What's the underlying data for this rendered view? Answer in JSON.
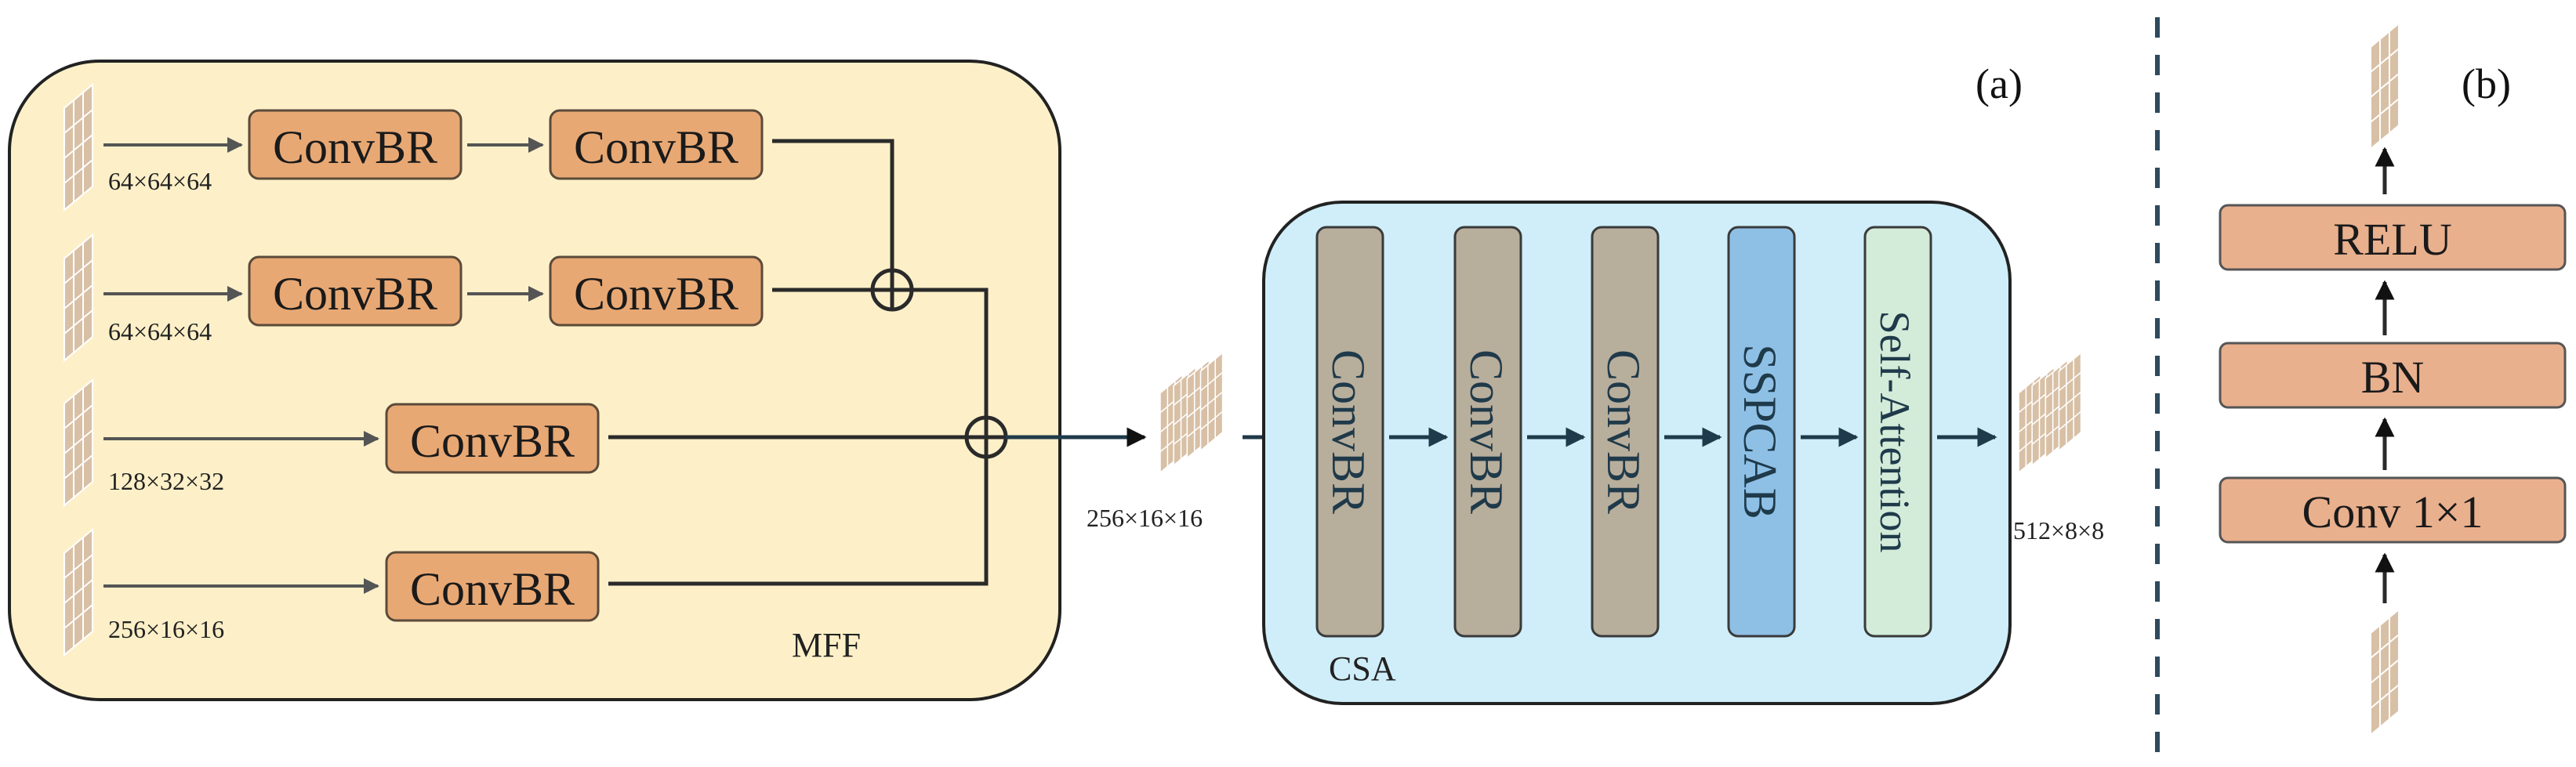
{
  "panel_a_label": "(a)",
  "panel_b_label": "(b)",
  "mff": {
    "title": "MFF",
    "rows": [
      {
        "dim": "64×64×64",
        "blocks": [
          "ConvBR",
          "ConvBR"
        ]
      },
      {
        "dim": "64×64×64",
        "blocks": [
          "ConvBR",
          "ConvBR"
        ]
      },
      {
        "dim": "128×32×32",
        "blocks": [
          "ConvBR"
        ]
      },
      {
        "dim": "256×16×16",
        "blocks": [
          "ConvBR"
        ]
      }
    ]
  },
  "mff_output_dim": "256×16×16",
  "csa": {
    "title": "CSA",
    "blocks": [
      "ConvBR",
      "ConvBR",
      "ConvBR",
      "SSPCAB",
      "Self-Attention"
    ],
    "output_dim": "512×8×8"
  },
  "panel_b": {
    "blocks": [
      "RELU",
      "BN",
      "Conv 1×1"
    ]
  },
  "colors": {
    "mff_bg": "#FDF0C8",
    "csa_bg": "#CFEEF9",
    "convbr_orange": "#E8A874",
    "convbr_gray": "#B8AE9C",
    "sspcab_blue": "#8EC0E6",
    "attention_green": "#D3EBD9",
    "panel_b_box": "#E9B08E",
    "feature_map": "#D8C0A6",
    "divider": "#2E4A5E"
  }
}
